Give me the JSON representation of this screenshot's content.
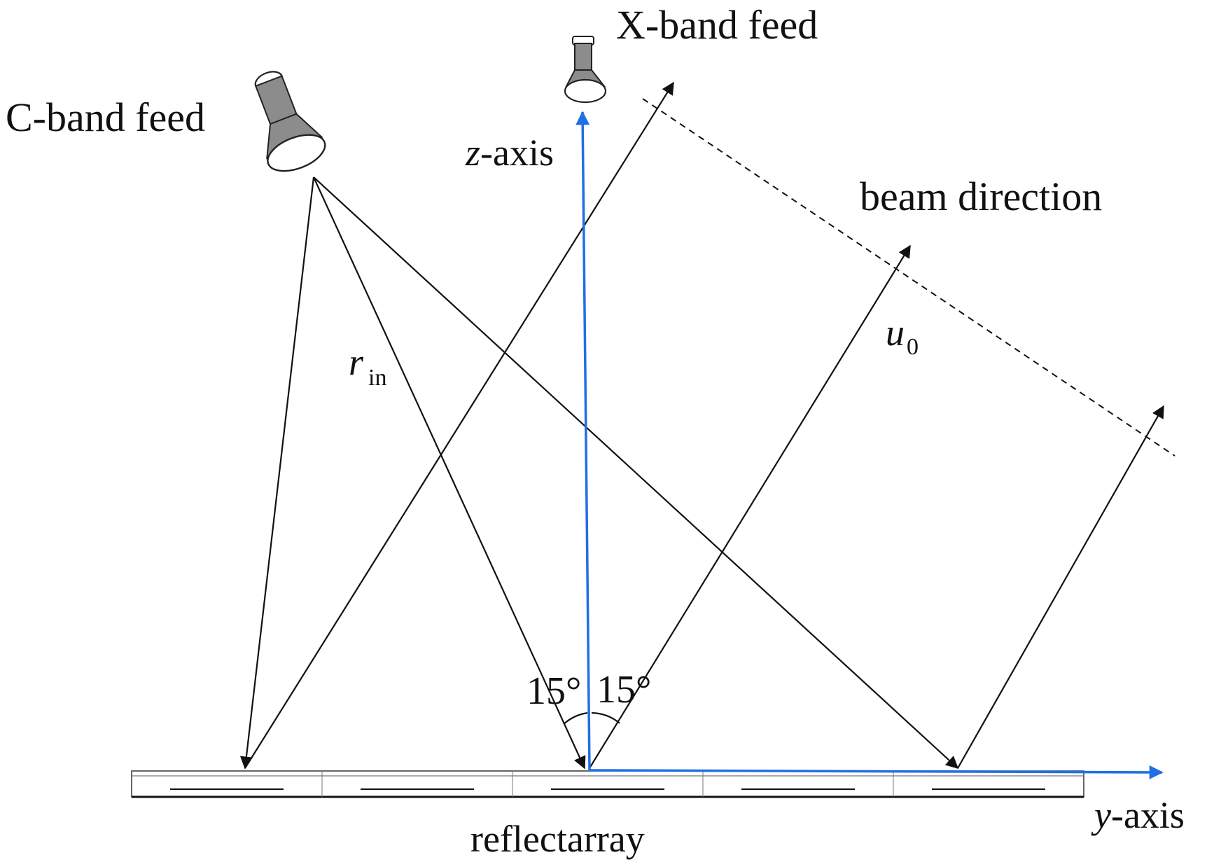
{
  "labels": {
    "x_feed": "X-band feed",
    "c_feed": "C-band feed",
    "beam_direction": "beam direction",
    "z_axis_var": "z",
    "z_axis_suffix": "-axis",
    "y_axis_var": "y",
    "y_axis_suffix": "-axis",
    "reflectarray": "reflectarray",
    "r_in_main": "r",
    "r_in_sub": "in",
    "u0_main": "u",
    "u0_sub": "0",
    "angle_left": "15°",
    "angle_right": "15°"
  },
  "colors": {
    "axis": "#1f6fe6",
    "ray": "#111111",
    "feed_body": "#8c8c8c",
    "feed_mouth": "#ffffff"
  },
  "icons": {
    "x_feed": "horn-antenna-icon",
    "c_feed": "horn-antenna-icon"
  }
}
